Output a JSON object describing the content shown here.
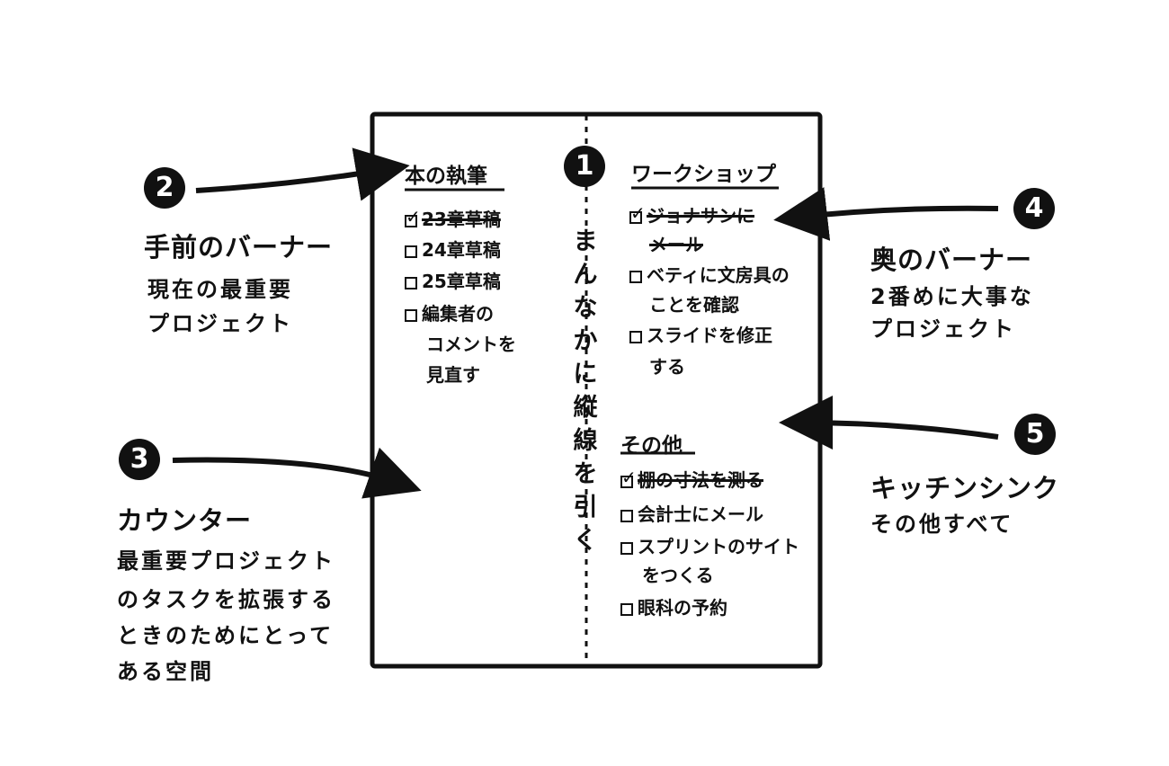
{
  "notebook": {
    "center_label": [
      "ま",
      "ん",
      "な",
      "か",
      "に",
      "縦",
      "線",
      "を",
      "引",
      "く"
    ]
  },
  "left_page": {
    "title": "本の執筆",
    "tasks": [
      {
        "text": "23章草稿",
        "done": true
      },
      {
        "text": "24章草稿",
        "done": false
      },
      {
        "text": "25章草稿",
        "done": false
      },
      {
        "text": "編集者の",
        "done": false
      },
      {
        "text": "コメントを",
        "done": false
      },
      {
        "text": "見直す",
        "done": false
      }
    ]
  },
  "right_page": {
    "workshop_title": "ワークショップ",
    "workshop_tasks": [
      {
        "text": "ジョナサンに",
        "done": true
      },
      {
        "text": "メール",
        "done": true
      },
      {
        "text": "ベティに文房具の",
        "done": false
      },
      {
        "text": "ことを確認",
        "done": false
      },
      {
        "text": "スライドを修正",
        "done": false
      },
      {
        "text": "する",
        "done": false
      }
    ],
    "other_title": "その他",
    "other_tasks": [
      {
        "text": "棚の寸法を測る",
        "done": true
      },
      {
        "text": "会計士にメール",
        "done": false
      },
      {
        "text": "スプリントのサイト",
        "done": false
      },
      {
        "text": "をつくる",
        "done": false
      },
      {
        "text": "眼科の予約",
        "done": false
      }
    ]
  },
  "callouts": [
    {
      "number": "1"
    },
    {
      "number": "2",
      "title": "手前のバーナー",
      "lines": [
        "現在の最重要",
        "プロジェクト"
      ]
    },
    {
      "number": "3",
      "title": "カウンター",
      "lines": [
        "最重要プロジェクト",
        "のタスクを拡張する",
        "ときのためにとって",
        "ある空間"
      ]
    },
    {
      "number": "4",
      "title": "奥のバーナー",
      "lines": [
        "2番めに大事な",
        "プロジェクト"
      ]
    },
    {
      "number": "5",
      "title": "キッチンシンク",
      "lines": [
        "その他すべて"
      ]
    }
  ],
  "colors": {
    "ink": "#111111",
    "paper": "#ffffff"
  }
}
